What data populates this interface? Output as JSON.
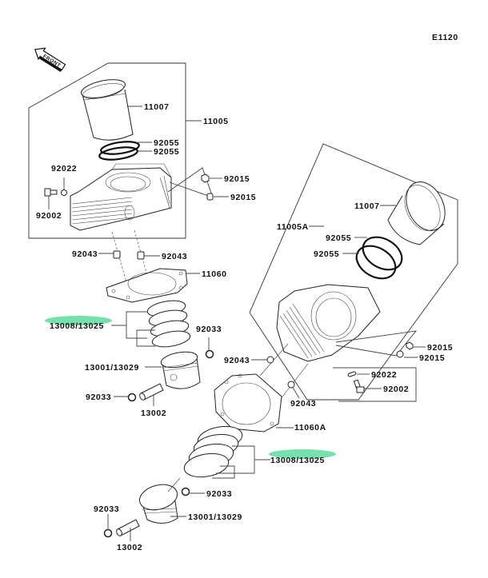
{
  "diagram": {
    "code": "E1120",
    "front_label": "FRONT",
    "highlight_color": "#5fdca0",
    "labels": {
      "cyl1_liner": "11007",
      "cyl1_assembly": "11005",
      "cyl1_oring_a": "92055",
      "cyl1_oring_b": "92055",
      "cyl1_washer": "92022",
      "cyl1_bolt": "92002",
      "cyl1_nut": "92015",
      "cyl1_cap": "92015",
      "cyl1_dowel_left": "92043",
      "cyl1_dowel_right": "92043",
      "cyl1_gasket": "11060",
      "cyl1_rings": "13008/13025",
      "cyl1_clip_right": "92033",
      "cyl1_piston": "13001/13029",
      "cyl1_clip_left": "92033",
      "cyl1_pin": "13002",
      "cyl2_liner": "11007",
      "cyl2_assembly": "11005A",
      "cyl2_oring_a": "92055",
      "cyl2_oring_b": "92055",
      "cyl2_nut": "92015",
      "cyl2_cap": "92015",
      "cyl2_dowel_left": "92043",
      "cyl2_washer": "92022",
      "cyl2_bolt": "92002",
      "cyl2_dowel_right": "92043",
      "cyl2_gasket": "11060A",
      "cyl2_rings": "13008/13025",
      "cyl2_clip_right": "92033",
      "cyl2_piston": "13001/13029",
      "cyl2_clip_left": "92033",
      "cyl2_pin": "13002"
    }
  }
}
